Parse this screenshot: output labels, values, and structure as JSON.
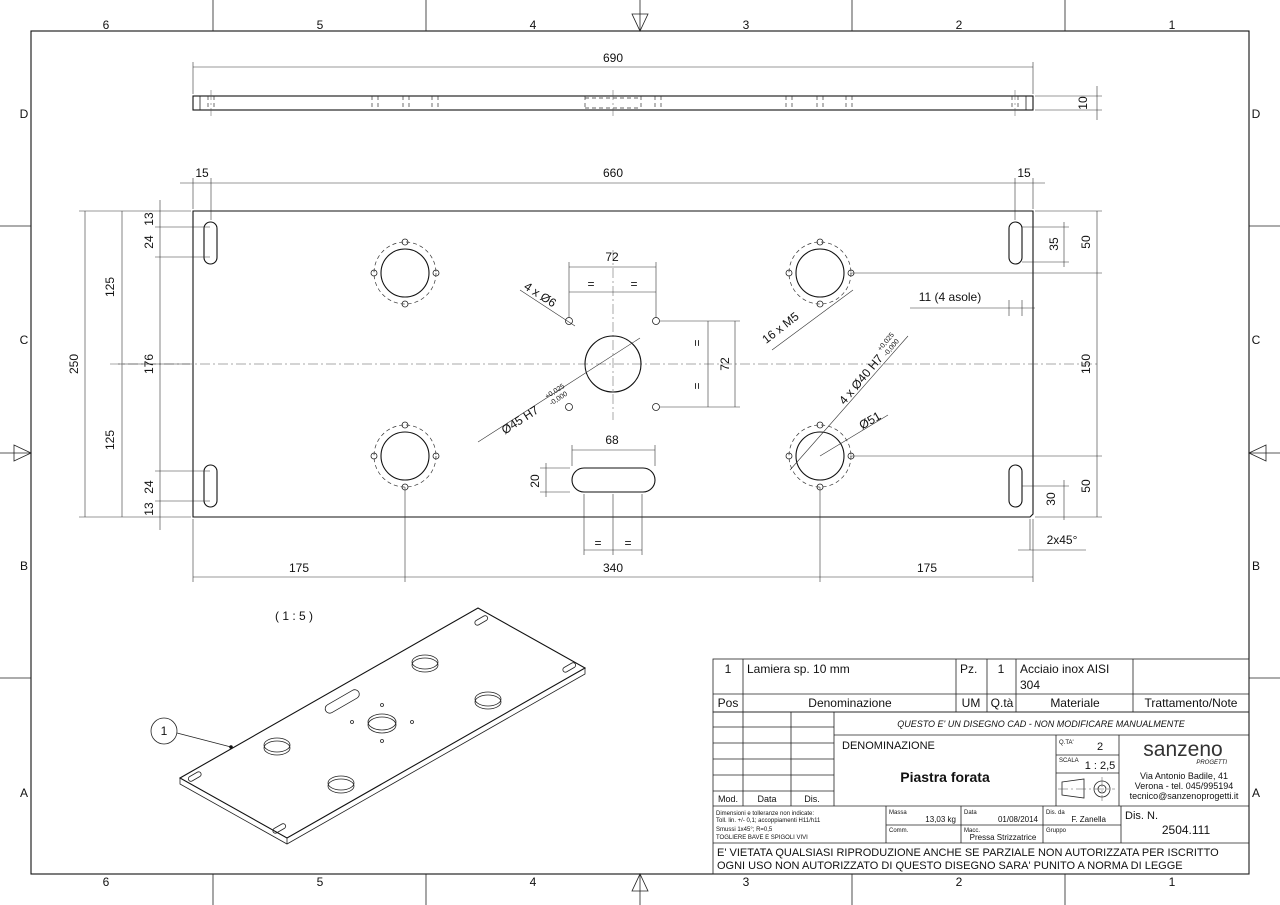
{
  "frame": {
    "col_numbers": [
      "6",
      "5",
      "4",
      "3",
      "2",
      "1"
    ],
    "row_letters": [
      "D",
      "C",
      "B",
      "A"
    ]
  },
  "dims": {
    "overall_length": "690",
    "thickness": "10",
    "inner_length": "660",
    "edge_left": "15",
    "edge_right": "15",
    "height_total": "250",
    "half_upper": "125",
    "half_lower": "125",
    "center_176": "176",
    "top_13": "13",
    "top_24": "24",
    "bot_24": "24",
    "bot_13": "13",
    "slot_35": "35",
    "slot_50_top": "50",
    "slot_50_bot": "50",
    "slot_30": "30",
    "width_150": "150",
    "slot_width_note": "11 (4 asole)",
    "pattern_72_h": "72",
    "pattern_72_v": "72",
    "eq": "=",
    "holes_6": "4 x Ø6",
    "threads_m5": "16 x M5",
    "bore_45": "Ø45 H7",
    "bore_45_tol_up": "+0,025",
    "bore_45_tol_low": "-0,000",
    "bore_40": "4 x Ø40 H7",
    "bore_40_tol_up": "+0,025",
    "bore_40_tol_low": "-0,000",
    "diam_51": "Ø51",
    "slot_68": "68",
    "slot_20": "20",
    "chamfer": "2x45°",
    "bottom_175_left": "175",
    "bottom_340": "340",
    "bottom_175_right": "175",
    "iso_scale": "( 1 : 5 )",
    "balloon": "1"
  },
  "bom": {
    "pos": "1",
    "denominazione": "Lamiera sp. 10 mm",
    "um": "Pz.",
    "qta": "1",
    "materiale_1": "Acciaio inox AISI",
    "materiale_2": "304",
    "trattamento": ""
  },
  "bom_headers": {
    "pos": "Pos",
    "denominazione": "Denominazione",
    "um": "UM",
    "qta": "Q.tà",
    "materiale": "Materiale",
    "trattamento": "Trattamento/Note"
  },
  "title_block": {
    "warning_cad": "QUESTO E' UN DISEGNO CAD - NON MODIFICARE MANUALMENTE",
    "den_label": "DENOMINAZIONE",
    "part_name": "Piastra forata",
    "qta_label": "Q.TA'",
    "qta_value": "2",
    "scala_label": "SCALA",
    "scala_value": "1 : 2,5",
    "company_logo": "sanzeno",
    "company_sub": "PROGETTI",
    "address_1": "Via Antonio Badile, 41",
    "address_2": "Verona - tel. 045/995194",
    "email": "tecnico@sanzenoprogetti.it",
    "mod_label": "Mod.",
    "data_label": "Data",
    "dis_label": "Dis.",
    "tol_1": "Dimensioni e tolleranze non indicate:",
    "tol_2": "Toll. lin. +/- 0,1; accoppiamenti H11/h11",
    "tol_3": "Smussi 1x45°; R=0,5",
    "tol_4": "TOGLIERE BAVE E SPIGOLI VIVI",
    "massa_label": "Massa",
    "massa_value": "13,03 kg",
    "date_label": "Data",
    "date_value": "01/08/2014",
    "disda_label": "Dis. da",
    "disda_value": "F. Zanella",
    "disn_label": "Dis. N.",
    "disn_value": "2504.111",
    "comm_label": "Comm.",
    "macc_label": "Macc.",
    "macc_value": "Pressa Strizzatrice",
    "gruppo_label": "Gruppo",
    "legal_1": "E' VIETATA QUALSIASI RIPRODUZIONE ANCHE SE PARZIALE NON AUTORIZZATA PER ISCRITTO",
    "legal_2": "OGNI USO NON AUTORIZZATO DI QUESTO DISEGNO SARA' PUNITO A NORMA DI LEGGE"
  }
}
